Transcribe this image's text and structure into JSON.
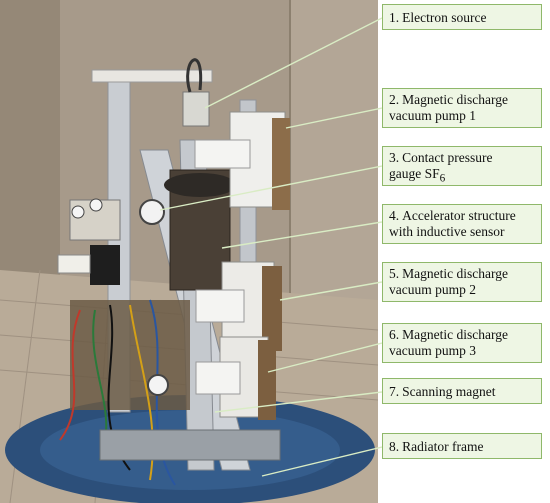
{
  "callouts": [
    {
      "num": "1.",
      "line1": "Electron source",
      "line2": ""
    },
    {
      "num": "2.",
      "line1": "Magnetic discharge",
      "line2": "vacuum pump 1"
    },
    {
      "num": "3.",
      "line1": "Contact pressure",
      "line2": "gauge SF",
      "sub": "6"
    },
    {
      "num": "4.",
      "line1": "Accelerator structure",
      "line2": "with inductive sensor"
    },
    {
      "num": "5.",
      "line1": "Magnetic discharge",
      "line2": "vacuum pump 2"
    },
    {
      "num": "6.",
      "line1": "Magnetic discharge",
      "line2": "vacuum pump 3"
    },
    {
      "num": "7.",
      "line1": "Scanning magnet",
      "line2": ""
    },
    {
      "num": "8.",
      "line1": "Radiator frame",
      "line2": ""
    }
  ],
  "colors": {
    "callout_fill": "#eef6e4",
    "callout_border": "#8fb86a",
    "leader_line": "#d9ecc4"
  }
}
